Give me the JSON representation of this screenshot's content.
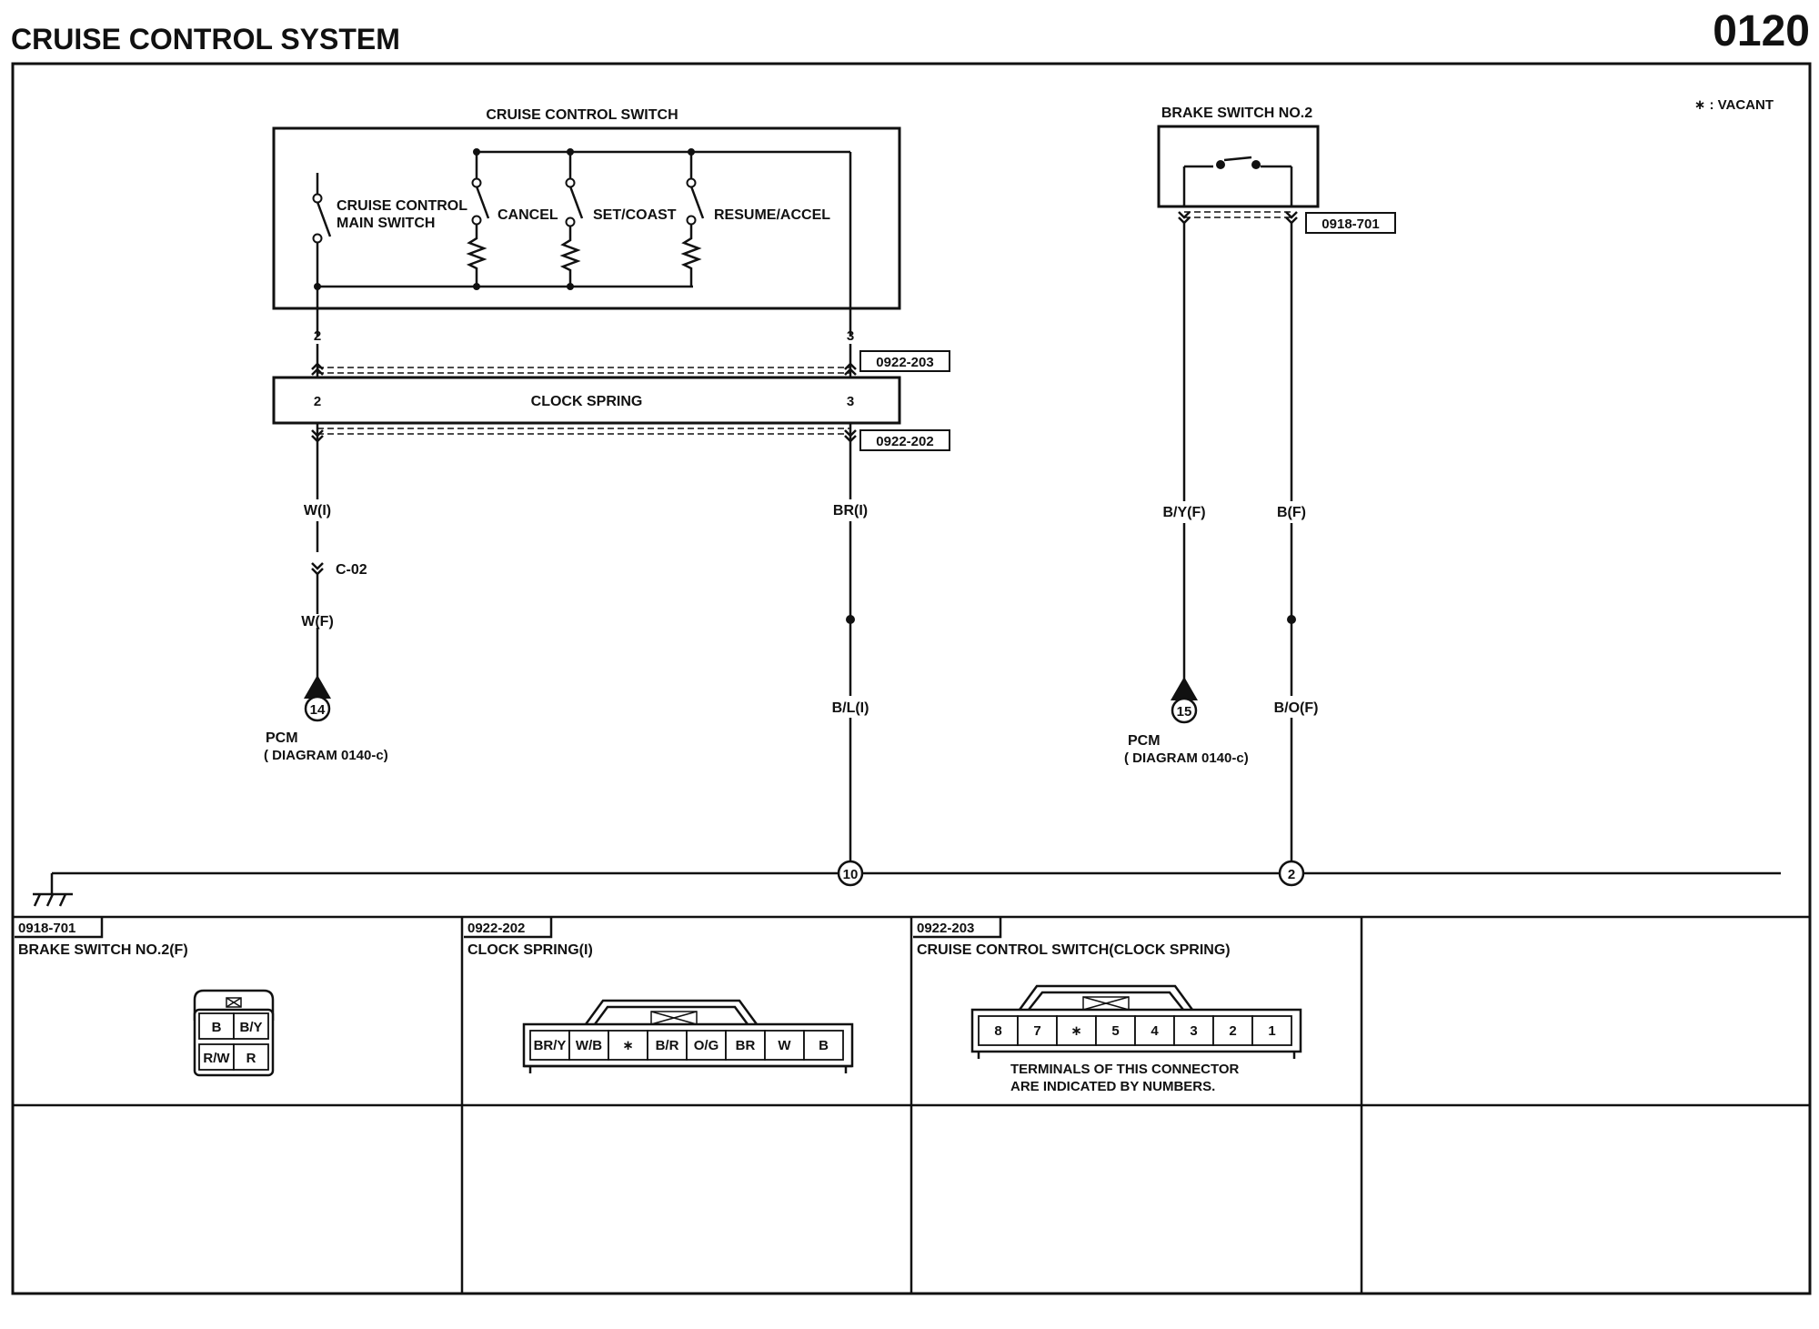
{
  "header": {
    "title": "CRUISE CONTROL SYSTEM",
    "diagram_no": "0120"
  },
  "legend": {
    "vacant_note": "∗ : VACANT"
  },
  "cruise_switch": {
    "title": "CRUISE CONTROL SWITCH",
    "main_switch_line1": "CRUISE CONTROL",
    "main_switch_line2": "MAIN SWITCH",
    "cancel": "CANCEL",
    "set_coast": "SET/COAST",
    "resume_accel": "RESUME/ACCEL",
    "pin_left": "2",
    "pin_right": "3"
  },
  "clock_spring": {
    "title": "CLOCK SPRING",
    "pin_left": "2",
    "pin_right": "3",
    "connector_upper": "0922-203",
    "connector_lower": "0922-202"
  },
  "brake_switch": {
    "title": "BRAKE SWITCH NO.2",
    "connector": "0918-701"
  },
  "wires": {
    "w_i": "W(I)",
    "c02": "C-02",
    "w_f": "W(F)",
    "br_i": "BR(I)",
    "bl_i": "B/L(I)",
    "by_f": "B/Y(F)",
    "b_f": "B(F)",
    "bo_f": "B/O(F)"
  },
  "pcm_left": {
    "pin": "14",
    "label": "PCM",
    "ref": "( DIAGRAM 0140-c)"
  },
  "pcm_right": {
    "pin": "15",
    "label": "PCM",
    "ref": "( DIAGRAM 0140-c)"
  },
  "ground_points": {
    "left": "10",
    "right": "2"
  },
  "connectors": {
    "c1": {
      "code": "0918-701",
      "name": "BRAKE SWITCH NO.2(F)",
      "cells": [
        "B",
        "B/Y",
        "R/W",
        "R"
      ]
    },
    "c2": {
      "code": "0922-202",
      "name": "CLOCK SPRING(I)",
      "cells": [
        "BR/Y",
        "W/B",
        "∗",
        "B/R",
        "O/G",
        "BR",
        "W",
        "B"
      ]
    },
    "c3": {
      "code": "0922-203",
      "name": "CRUISE CONTROL SWITCH(CLOCK SPRING)",
      "cells": [
        "8",
        "7",
        "∗",
        "5",
        "4",
        "3",
        "2",
        "1"
      ],
      "note_line1": "TERMINALS OF THIS CONNECTOR",
      "note_line2": "ARE INDICATED BY NUMBERS."
    }
  }
}
